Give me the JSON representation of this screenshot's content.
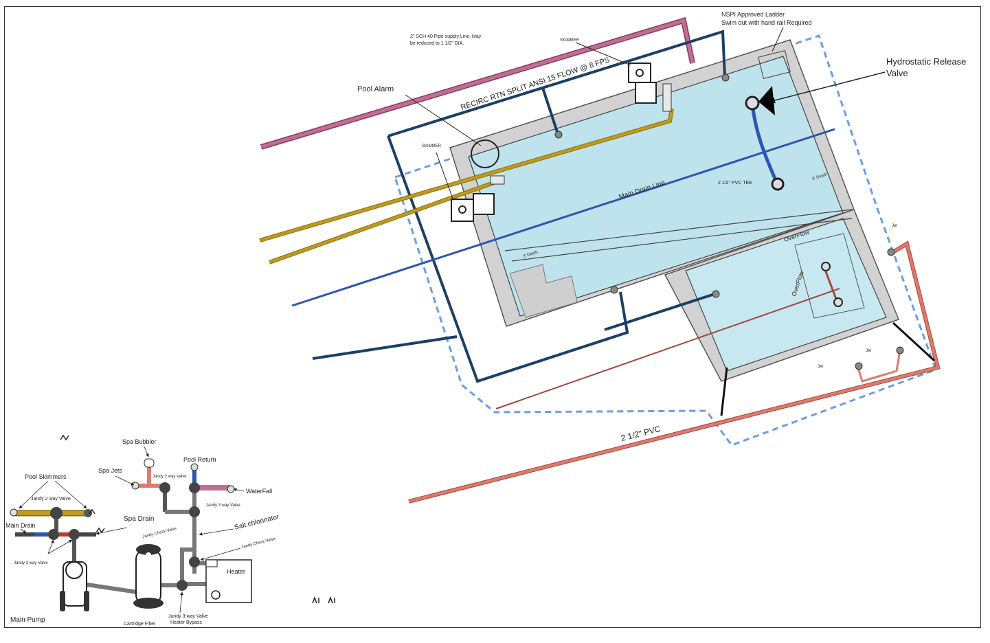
{
  "labels": {
    "ladder_line1": "NSPI Approved Ladder",
    "ladder_line2": "Swim out with hand rail Required",
    "supply_line1": "2\" SCH 40 Pipe supply Line. May",
    "supply_line2": "be reduced to 1 1/2\" DIA.",
    "skimmer_top": "SKIMMER",
    "skimmer_left": "SKIMMER",
    "hydro_line1": "Hydrostatic Release",
    "hydro_line2": "Valve",
    "pool_alarm": "Pool Alarm",
    "recirc": "RECIRC RTN SPLIT ANSI 15 FLOW @ 8 FPS",
    "main_drain_line": "Main Drain Line",
    "pvc_tee": "2 1/2\" PVC TEE",
    "depth_5": "5' Depth",
    "depth_3": "3' Depth",
    "overflow_1": "OverFlow",
    "overflow_2": "OverFlow",
    "jet_1": "Jet",
    "jet_2": "Jet",
    "jet_3": "Jet",
    "pvc_main": "2 1/2\" PVC",
    "spa_bubbler": "Spa Bubbler",
    "pool_return": "Pool Return",
    "spa_jets": "Spa Jets",
    "pool_skimmers": "Pool Skimmers",
    "jandy_2way_a": "Jandy 2 way Valve",
    "jandy_2way_b": "Jandy 2 way Valve",
    "waterfall": "WaterFall",
    "jandy_3way_a": "Jandy 3 way Valve",
    "main_drain": "Main Drain",
    "spa_drain": "Spa Drain",
    "jandy_check_a": "Jandy Check Valve",
    "salt_chlorinator": "Salt chlorinator",
    "jandy_3way_b": "Jandy 3 way Valve",
    "jandy_check_b": "Jandy Check Valve",
    "heater": "Heater",
    "main_pump": "Main Pump",
    "cartridge_filter": "Cartridge Filter",
    "jandy_3way_c": "Jandy 3 way Valve",
    "heater_bypass": "Heater Bypass"
  },
  "colors": {
    "water": "#bfe3ec",
    "deck": "#d2d2d2",
    "navy_pipe": "#1d3f66",
    "pink_pipe": "#c06e94",
    "gold_pipe": "#c09a1e",
    "blue_pipe": "#2d56b0",
    "salmon_pipe": "#de7a6e",
    "dashed_outline": "#6a9ee0"
  }
}
